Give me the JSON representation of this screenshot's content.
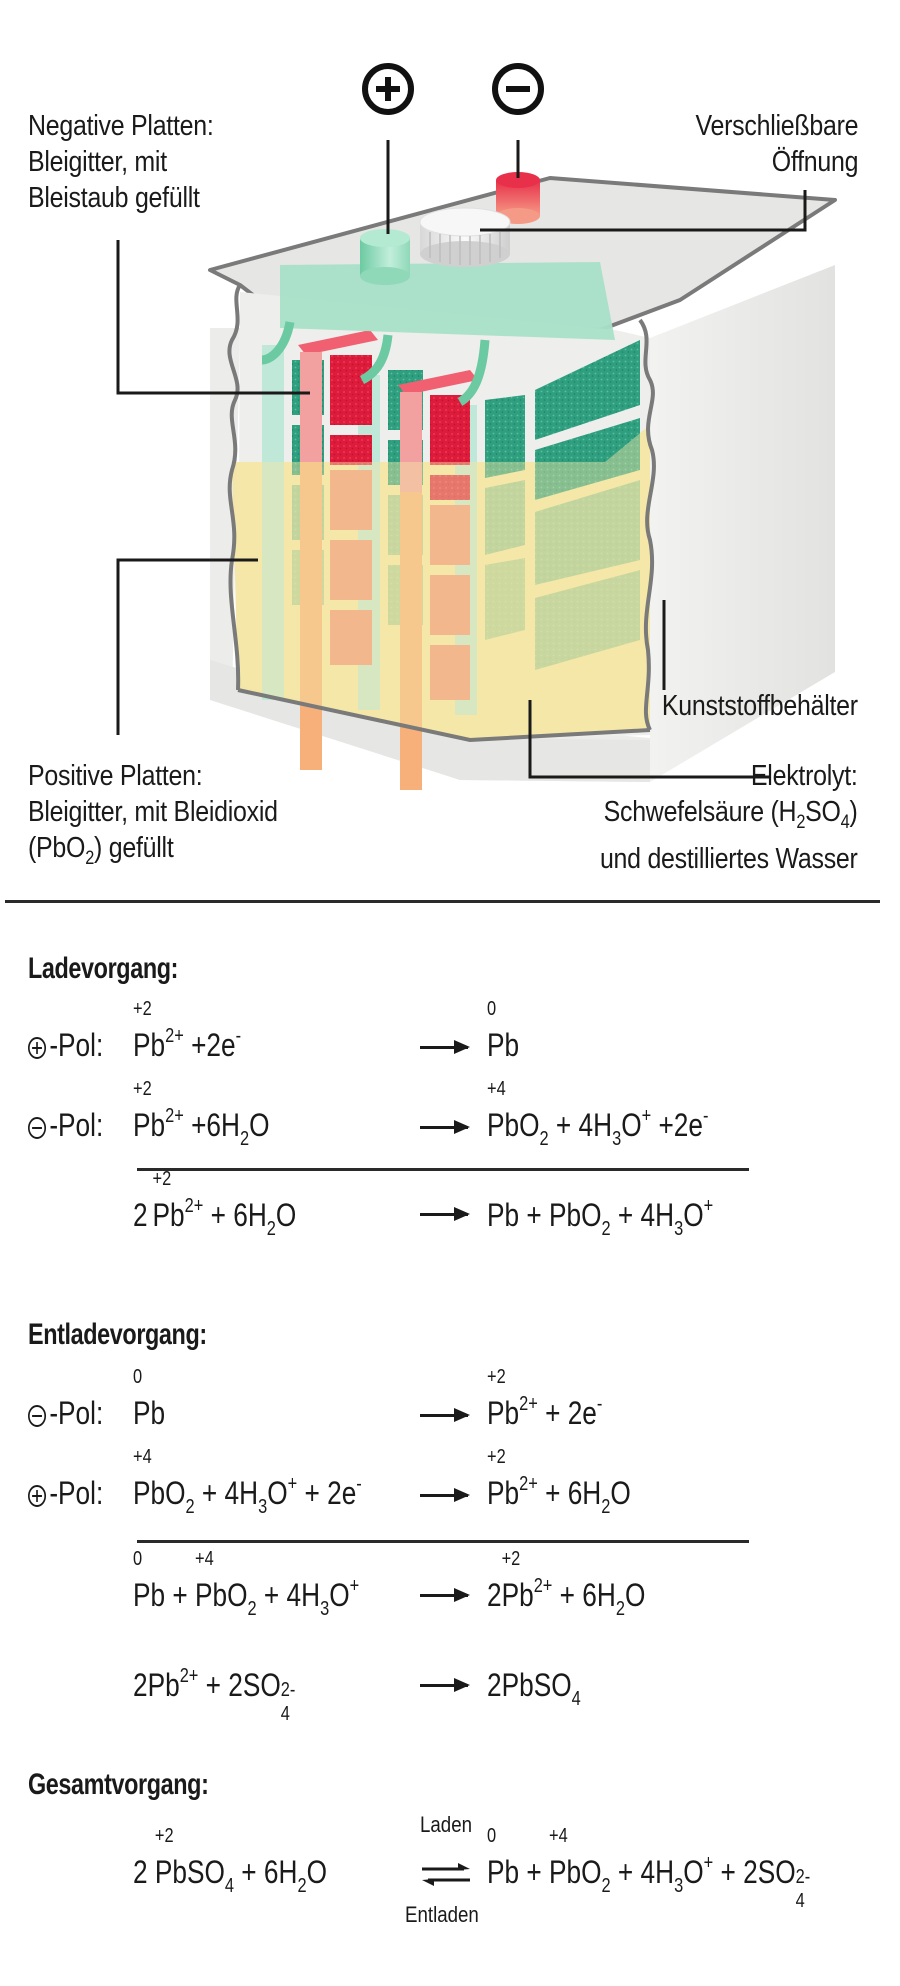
{
  "diagram": {
    "terminals": {
      "positive_symbol": "plus-circle",
      "negative_symbol": "minus-circle"
    },
    "labels": {
      "negative_plates": [
        "Negative Platten:",
        "Bleigitter, mit",
        "Bleistaub gefüllt"
      ],
      "closable_opening": [
        "Verschließbare",
        "Öffnung"
      ],
      "container": "Kunststoffbehälter",
      "positive_plates": {
        "line1": "Positive Platten:",
        "line2": "Bleigitter, mit Bleidioxid",
        "line3_pre": "(PbO",
        "line3_sub": "2",
        "line3_post": ") gefüllt"
      },
      "electrolyte": {
        "line1": "Elektrolyt:",
        "line2_pre": "Schwefelsäure (H",
        "line2_sub1": "2",
        "line2_mid": "SO",
        "line2_sub2": "4",
        "line2_post": ")",
        "line3": "und destilliertes Wasser"
      }
    },
    "colors": {
      "negative_plate_green": "#2f9f7f",
      "positive_plate_red": "#e0203c",
      "electrolyte_yellow": "#f0e2a0",
      "container_gray": "#e9e9e7",
      "terminal_green": "#7fd6b0",
      "terminal_red": "#f06070"
    }
  },
  "sections": {
    "charging": {
      "title": "Ladevorgang:",
      "rows": [
        {
          "pole": "⊕-Pol:",
          "pole_sign": "plus",
          "pole_text": "-Pol:",
          "left": "Pb²⁺ +2e⁻",
          "left_ox": "+2",
          "right": "Pb",
          "right_ox": "0"
        },
        {
          "pole": "⊖-Pol:",
          "pole_sign": "minus",
          "pole_text": "-Pol:",
          "left": "Pb²⁺ +6H₂O",
          "left_ox": "+2",
          "right": "PbO₂ + 4H₃O⁺ +2e⁻",
          "right_ox": "+4"
        }
      ],
      "sum": {
        "left": "2 Pb²⁺ + 6H₂O",
        "left_ox": "+2",
        "right": "Pb + PbO₂ + 4H₃O⁺"
      }
    },
    "discharging": {
      "title": "Entladevorgang:",
      "rows": [
        {
          "pole": "⊖-Pol:",
          "pole_sign": "minus",
          "pole_text": "-Pol:",
          "left": "Pb",
          "left_ox": "0",
          "right": "Pb²⁺ + 2e⁻",
          "right_ox": "+2"
        },
        {
          "pole": "⊕-Pol:",
          "pole_sign": "plus",
          "pole_text": "-Pol:",
          "left": "PbO₂ + 4H₃O⁺ + 2e⁻",
          "left_ox": "+4",
          "right": "Pb²⁺ + 6H₂O",
          "right_ox": "+2"
        }
      ],
      "sum": {
        "left": "Pb + PbO₂ + 4H₃O⁺",
        "left_ox": [
          "0",
          "+4"
        ],
        "right": "2Pb²⁺ + 6H₂O",
        "right_ox": "+2"
      },
      "precipitation": {
        "left": "2Pb²⁺ + 2SO₄²⁻",
        "right": "2PbSO₄"
      }
    },
    "overall": {
      "title": "Gesamtvorgang:",
      "left": "2 PbSO₄ + 6H₂O",
      "left_ox": "+2",
      "arrow_top": "Laden",
      "arrow_bottom": "Entladen",
      "right": "Pb + PbO₂ + 4H₃O⁺ + 2SO₄²⁻",
      "right_ox": [
        "0",
        "+4"
      ]
    }
  },
  "text": {
    "pol": "-Pol:",
    "pb": "Pb",
    "pbo": "PbO",
    "h": "H",
    "o": "O",
    "so": "SO",
    "pbso": "PbSO",
    "two": "2",
    "three": "3",
    "four": "4",
    "two_plus": "2+",
    "two_minus": "2-",
    "plus": "+",
    "minus": "-",
    "ox_p2": "+2",
    "ox_p4": "+4",
    "ox_0": "0",
    "t_plus2e": " +2e",
    "t_plus6": " +6",
    "t_plus4": " + 4",
    "t_plus2ep": " +2e",
    "t_plus": " + ",
    "t_2e": " + 2e",
    "t_6": " + 6",
    "t_4": " + 4",
    "c2": "2",
    "c2sp": "2 ",
    "c6": "6"
  }
}
